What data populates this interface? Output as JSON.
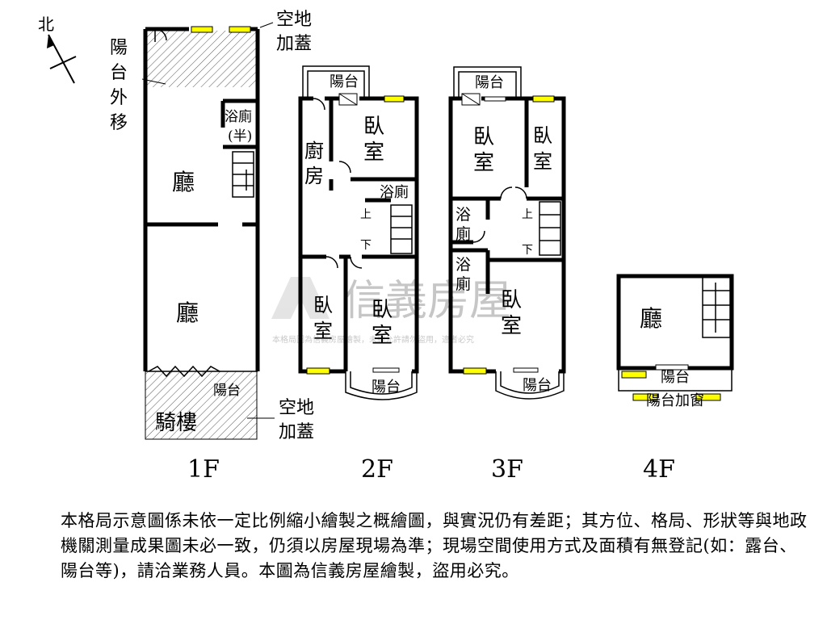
{
  "compass": {
    "north": "北"
  },
  "floors": {
    "f1": {
      "caption": "1F",
      "balcony_shift": [
        "陽",
        "台",
        "外",
        "移"
      ],
      "top_note": [
        "空地",
        "加蓋"
      ],
      "bottom_note": [
        "空地",
        "加蓋"
      ],
      "bath": [
        "浴廁",
        "(半)"
      ],
      "hall_upper": "廳",
      "hall_lower": "廳",
      "balcony": "陽台",
      "arcade": "騎樓"
    },
    "f2": {
      "caption": "2F",
      "balcony_top": "陽台",
      "kitchen": [
        "廚",
        "房"
      ],
      "bedroom_ne": [
        "臥",
        "室"
      ],
      "bath": "浴廁",
      "up": "上",
      "down": "下",
      "bedroom_sw": [
        "臥",
        "室"
      ],
      "bedroom_se": [
        "臥",
        "室"
      ],
      "balcony_bottom": "陽台"
    },
    "f3": {
      "caption": "3F",
      "balcony_top": "陽台",
      "bedroom_nw": [
        "臥",
        "室"
      ],
      "bedroom_ne": [
        "臥",
        "室"
      ],
      "bath_upper": [
        "浴",
        "廁"
      ],
      "bath_lower": [
        "浴",
        "廁"
      ],
      "up": "上",
      "down": "下",
      "bedroom_s": [
        "臥",
        "室"
      ],
      "balcony_bottom": "陽台"
    },
    "f4": {
      "caption": "4F",
      "hall": "廳",
      "balcony": "陽台",
      "balcony_window": "陽台加窗"
    }
  },
  "watermark": {
    "brand": "信義房屋",
    "notice": "本格局圖為信義房屋繪製，未經允許請勿盜用，違者必究"
  },
  "disclaimer": "本格局示意圖係未依一定比例縮小繪製之概繪圖，與實況仍有差距；其方位、格局、形狀等與地政機關測量成果圖未必一致，仍須以房屋現場為準；現場空間使用方式及面積有無登記(如：露台、陽台等)，請洽業務人員。本圖為信義房屋繪製，盜用必究。"
}
